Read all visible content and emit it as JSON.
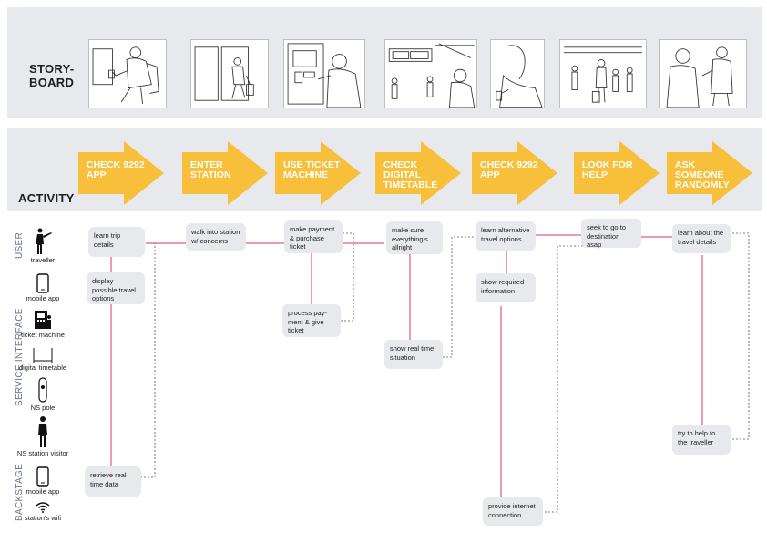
{
  "storyboard": {
    "label": "STORY-\nBOARD",
    "frames": [
      {
        "name": "traveller checking phone"
      },
      {
        "name": "entering station"
      },
      {
        "name": "using ticket machine"
      },
      {
        "name": "checking digital timetable"
      },
      {
        "name": "checking phone"
      },
      {
        "name": "looking for help"
      },
      {
        "name": "asking someone"
      }
    ]
  },
  "activity": {
    "label": "ACTIVITY",
    "steps": [
      {
        "label": "CHECK 9292 APP"
      },
      {
        "label": "ENTER STATION"
      },
      {
        "label": "USE TICKET MACHINE"
      },
      {
        "label": "CHECK DIGITAL TIMETABLE"
      },
      {
        "label": "CHECK 9292 APP"
      },
      {
        "label": "LOOK FOR HELP"
      },
      {
        "label": "ASK SOMEONE RANDOMLY"
      }
    ],
    "arrow_color": "#f7bf3a"
  },
  "lanes": {
    "user": "USER",
    "service_interface": "SERVICE INTERFACE",
    "backstage": "BACKSTAGE"
  },
  "actors": [
    {
      "label": "traveller",
      "icon": "traveller-icon"
    },
    {
      "label": "mobile app",
      "icon": "mobile-phone-icon"
    },
    {
      "label": "ticket machine",
      "icon": "ticket-machine-icon"
    },
    {
      "label": "digital timetable",
      "icon": "digital-timetable-icon"
    },
    {
      "label": "NS pole",
      "icon": "ns-pole-icon"
    },
    {
      "label": "NS station visitor",
      "icon": "station-visitor-icon"
    },
    {
      "label": "mobile app",
      "icon": "mobile-phone-icon"
    },
    {
      "label": "station's wifi",
      "icon": "wifi-icon"
    }
  ],
  "boxes": [
    {
      "id": "b1",
      "text": "learn trip details"
    },
    {
      "id": "b2",
      "text": "display possible travel options"
    },
    {
      "id": "b3",
      "text": "retrieve real time data"
    },
    {
      "id": "b4",
      "text": "walk into station w/ concerns"
    },
    {
      "id": "b5",
      "text": "make payment & purchase ticket"
    },
    {
      "id": "b6",
      "text": "process pay-ment & give ticket"
    },
    {
      "id": "b7",
      "text": "make sure everything's allright"
    },
    {
      "id": "b8",
      "text": "show real time situation"
    },
    {
      "id": "b9",
      "text": "learn alternative travel options"
    },
    {
      "id": "b10",
      "text": "show required information"
    },
    {
      "id": "b11",
      "text": "provide internet connection"
    },
    {
      "id": "b12",
      "text": "seek to go to destination asap"
    },
    {
      "id": "b13",
      "text": "learn about the travel details"
    },
    {
      "id": "b14",
      "text": "try to help to the traveller"
    }
  ],
  "colors": {
    "band": "#e8e9ed",
    "flow_line": "#d9365e",
    "dotted_line": "#555555",
    "lane_text": "#6a6f8a"
  }
}
